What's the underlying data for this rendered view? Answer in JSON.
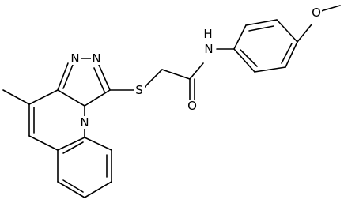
{
  "diagram": {
    "kind": "chemical-structure",
    "atom_labels": {
      "n_a": "N",
      "n_b": "N",
      "n_c": "N",
      "s": "S",
      "o_carbonyl": "O",
      "nh": "N",
      "h": "H",
      "o_methoxy": "O"
    }
  }
}
